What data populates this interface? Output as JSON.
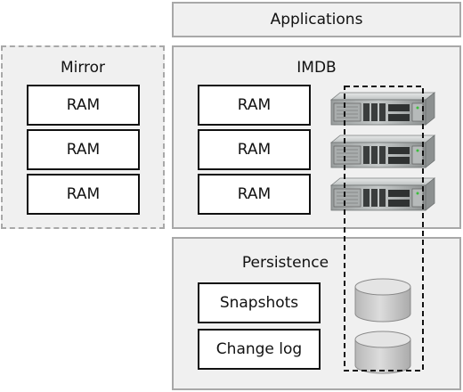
{
  "applications": {
    "label": "Applications"
  },
  "mirror": {
    "title": "Mirror",
    "ram_boxes": [
      {
        "label": "RAM"
      },
      {
        "label": "RAM"
      },
      {
        "label": "RAM"
      }
    ]
  },
  "imdb": {
    "title": "IMDB",
    "ram_boxes": [
      {
        "label": "RAM"
      },
      {
        "label": "RAM"
      },
      {
        "label": "RAM"
      }
    ],
    "server_count": 3
  },
  "persistence": {
    "title": "Persistence",
    "items": [
      {
        "label": "Snapshots"
      },
      {
        "label": "Change log"
      }
    ],
    "disk_count": 2
  }
}
